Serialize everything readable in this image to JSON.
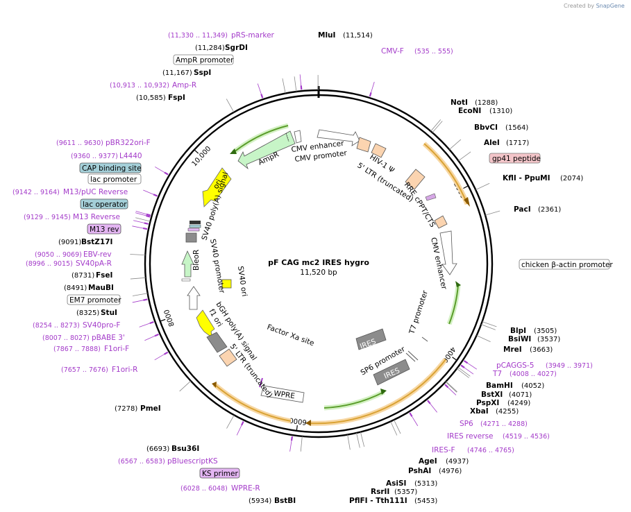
{
  "credit": {
    "created_by": "Created by",
    "brand": "SnapGene"
  },
  "plasmid": {
    "name": "pF CAG mc2 IRES hygro",
    "length": "11,520 bp"
  },
  "scale": [
    {
      "label": "2000",
      "pos": 2000
    },
    {
      "label": "4000",
      "pos": 4000
    },
    {
      "label": "6000",
      "pos": 6000
    },
    {
      "label": "8000",
      "pos": 8000
    },
    {
      "label": "10,000",
      "pos": 10000
    }
  ],
  "enzymes": [
    {
      "name": "MluI",
      "pos": "(11,514)",
      "site": 11514
    },
    {
      "name": "NotI",
      "pos": "(1288)",
      "site": 1288
    },
    {
      "name": "EcoNI",
      "pos": "(1310)",
      "site": 1310
    },
    {
      "name": "BbvCI",
      "pos": "(1564)",
      "site": 1564
    },
    {
      "name": "AleI",
      "pos": "(1717)",
      "site": 1717
    },
    {
      "name": "KflI  - PpuMI",
      "pos": "(2074)",
      "site": 2074
    },
    {
      "name": "PacI",
      "pos": "(2361)",
      "site": 2361
    },
    {
      "name": "BlpI",
      "pos": "(3505)",
      "site": 3505
    },
    {
      "name": "BsiWI",
      "pos": "(3537)",
      "site": 3537
    },
    {
      "name": "MreI",
      "pos": "(3663)",
      "site": 3663
    },
    {
      "name": "BamHI",
      "pos": "(4052)",
      "site": 4052
    },
    {
      "name": "BstXI",
      "pos": "(4071)",
      "site": 4071
    },
    {
      "name": "PspXI",
      "pos": "(4249)",
      "site": 4249
    },
    {
      "name": "XbaI",
      "pos": "(4255)",
      "site": 4255
    },
    {
      "name": "AgeI",
      "pos": "(4937)",
      "site": 4937
    },
    {
      "name": "PshAI",
      "pos": "(4976)",
      "site": 4976
    },
    {
      "name": "AsiSI",
      "pos": "(5313)",
      "site": 5313
    },
    {
      "name": "RsrII",
      "pos": "(5357)",
      "site": 5357
    },
    {
      "name": "PflFI  - Tth111I",
      "pos": "(5453)",
      "site": 5453
    },
    {
      "name": "BstBI",
      "pos": "(5934)",
      "site": 5934
    },
    {
      "name": "Bsu36I",
      "pos": "(6693)",
      "site": 6693
    },
    {
      "name": "PmeI",
      "pos": "(7278)",
      "site": 7278
    },
    {
      "name": "StuI",
      "pos": "(8325)",
      "site": 8325
    },
    {
      "name": "MauBI",
      "pos": "(8491)",
      "site": 8491
    },
    {
      "name": "FseI",
      "pos": "(8731)",
      "site": 8731
    },
    {
      "name": "BstZ17I",
      "pos": "(9091)",
      "site": 9091
    },
    {
      "name": "FspI",
      "pos": "(10,585)",
      "site": 10585
    },
    {
      "name": "SspI",
      "pos": "(11,167)",
      "site": 11167
    },
    {
      "name": "SgrDI",
      "pos": "(11,284)",
      "site": 11284
    }
  ],
  "primers": [
    {
      "name": "CMV-F",
      "range": "(535 .. 555)",
      "site": 545
    },
    {
      "name": "pCAGGS-5",
      "range": "(3949 .. 3971)",
      "site": 3960
    },
    {
      "name": "T7",
      "range": "(4008 .. 4027)",
      "site": 4017
    },
    {
      "name": "SP6",
      "range": "(4271 .. 4288)",
      "site": 4280
    },
    {
      "name": "IRES reverse",
      "range": "(4519 .. 4536)",
      "site": 4527
    },
    {
      "name": "IRES-F",
      "range": "(4746 .. 4765)",
      "site": 4755
    },
    {
      "name": "WPRE-R",
      "range": "(6028 .. 6048)",
      "site": 6038
    },
    {
      "name": "pBluescriptKS",
      "range": "(6567 .. 6583)",
      "site": 6575
    },
    {
      "name": "F1ori-R",
      "range": "(7657 .. 7676)",
      "site": 7666
    },
    {
      "name": "F1ori-F",
      "range": "(7867 .. 7888)",
      "site": 7877
    },
    {
      "name": "pBABE 3'",
      "range": "(8007 .. 8027)",
      "site": 8017
    },
    {
      "name": "SV40pro-F",
      "range": "(8254 .. 8273)",
      "site": 8263
    },
    {
      "name": "SV40pA-R",
      "range": "(8996 .. 9015)",
      "site": 9005
    },
    {
      "name": "EBV-rev",
      "range": "(9050 .. 9069)",
      "site": 9060
    },
    {
      "name": "M13 Reverse",
      "range": "(9129 .. 9145)",
      "site": 9137
    },
    {
      "name": "M13/pUC Reverse",
      "range": "(9142 .. 9164)",
      "site": 9153
    },
    {
      "name": "L4440",
      "range": "(9360 .. 9377)",
      "site": 9368
    },
    {
      "name": "pBR322ori-F",
      "range": "(9611 .. 9630)",
      "site": 9620
    },
    {
      "name": "Amp-R",
      "range": "(10,913 .. 10,932)",
      "site": 10922
    },
    {
      "name": "pRS-marker",
      "range": "(11,330 .. 11,349)",
      "site": 11340
    }
  ],
  "boxed_labels": [
    {
      "text": "gp41 peptide",
      "style": "pink"
    },
    {
      "text": "chicken β-actin promoter",
      "style": "white"
    },
    {
      "text": "KS primer",
      "style": "purple"
    },
    {
      "text": "EM7 promoter",
      "style": "white"
    },
    {
      "text": "M13 rev",
      "style": "purple"
    },
    {
      "text": "lac operator",
      "style": "teal"
    },
    {
      "text": "lac promoter",
      "style": "white"
    },
    {
      "text": "CAP binding site",
      "style": "teal"
    },
    {
      "text": "AmpR promoter",
      "style": "white"
    }
  ],
  "features": [
    {
      "text": "CMV enhancer"
    },
    {
      "text": "CMV promoter"
    },
    {
      "text": "HIV-1 Ψ"
    },
    {
      "text": "5' LTR (truncated)"
    },
    {
      "text": "RRE"
    },
    {
      "text": "cPPT/CTS"
    },
    {
      "text": "CMV enhancer"
    },
    {
      "text": "T7 promoter"
    },
    {
      "text": "IRES"
    },
    {
      "text": "SP6 promoter"
    },
    {
      "text": "IRES"
    },
    {
      "text": "WPRE"
    },
    {
      "text": "Factor Xa site"
    },
    {
      "text": "5' LTR (truncated)"
    },
    {
      "text": "bGH poly(A) signal"
    },
    {
      "text": "f1 ori"
    },
    {
      "text": "SV40 ori"
    },
    {
      "text": "BleoR"
    },
    {
      "text": "SV40 promoter"
    },
    {
      "text": "SV40 poly(A) signal"
    },
    {
      "text": "ori"
    },
    {
      "text": "AmpR"
    }
  ],
  "colors": {
    "backbone": "#000000",
    "primer": "#a33ac9",
    "orange_feature": "#d9a233",
    "green_feature": "#5a9d2a",
    "yellow_feature": "#ffff00",
    "ampr_green": "#c7f5c7",
    "peach_feature": "#fbd4b0",
    "gray_feature": "#8c8c8c",
    "teal_box": "#a4cfd8",
    "pink_box": "#f3c5c9",
    "purple_box": "#e3b5f2"
  }
}
